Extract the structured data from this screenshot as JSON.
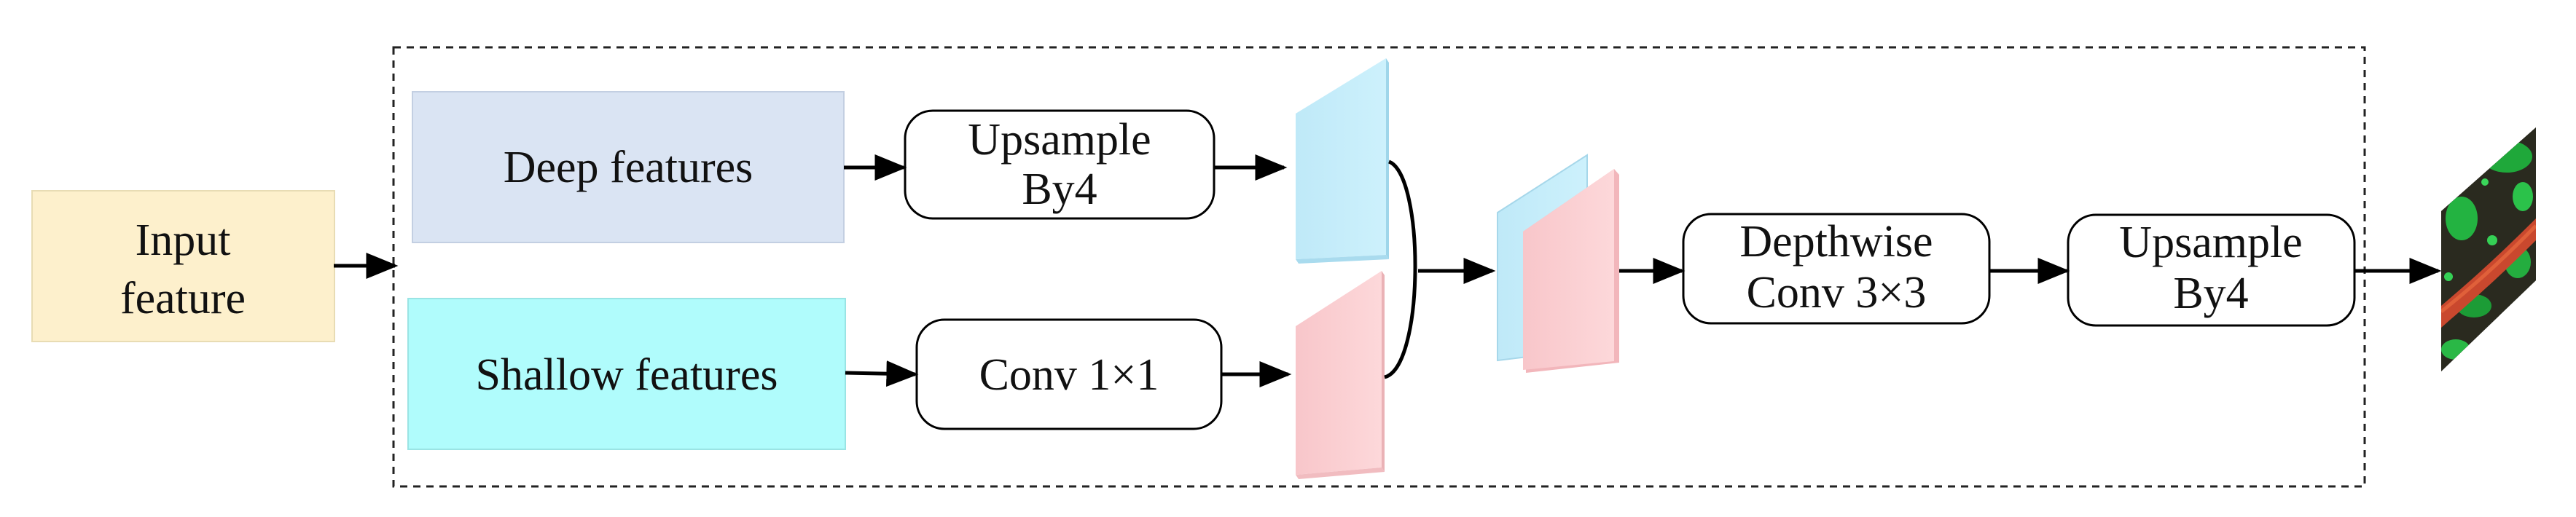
{
  "nodes": {
    "input": {
      "line1": "Input",
      "line2": "feature"
    },
    "deep": {
      "label": "Deep features"
    },
    "shallow": {
      "label": "Shallow features"
    },
    "upsample_top": {
      "line1": "Upsample",
      "line2": "By4"
    },
    "conv1x1": {
      "label": "Conv 1×1"
    },
    "depthwise": {
      "line1": "Depthwise",
      "line2": "Conv 3×3"
    },
    "upsample_final": {
      "line1": "Upsample",
      "line2": "By4"
    }
  },
  "colors": {
    "input_fill": "#FDF0CC",
    "deep_fill": "#DAE4F3",
    "shallow_fill": "#B0FCFC",
    "blue_map": "#C7EEFB",
    "pink_map": "#FCD1D4",
    "line": "#000000"
  },
  "icons": {
    "output": "segmentation-output-image"
  }
}
